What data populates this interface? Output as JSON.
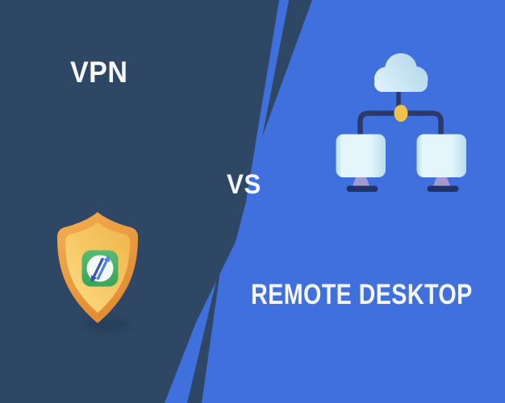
{
  "titles": {
    "left": "VPN",
    "versus": "VS",
    "right": "REMOTE DESKTOP"
  },
  "icons": {
    "left": "vpn-shield-icon",
    "right": "remote-desktop-network-icon"
  },
  "colors": {
    "left_bg": "#2d4765",
    "right_bg": "#4070de",
    "text": "#f5f7fa",
    "shield_border_light": "#f3ab4d",
    "shield_border_dark": "#df8830",
    "shield_gold_light": "#fbd97f",
    "shield_gold_dark": "#f0b84e",
    "badge_green_light": "#55bd72",
    "badge_green_dark": "#3aa458",
    "badge_circle_white": "#f3faf6",
    "arrow_indigo": "#3b52bd",
    "arrow_blue": "#4b82e8",
    "cloud_light": "#dff2fc",
    "cloud_shade": "#b4d7eb",
    "connector_navy": "#2b3a69",
    "node_gold": "#f1c24b",
    "node_gold_edge": "#dca33b",
    "screen_light": "#e4f5fb",
    "screen_shade": "#b9dcee",
    "stand_lavender": "#a29ad0",
    "base_navy": "#203369",
    "shadow_navy": "#1f3049"
  }
}
